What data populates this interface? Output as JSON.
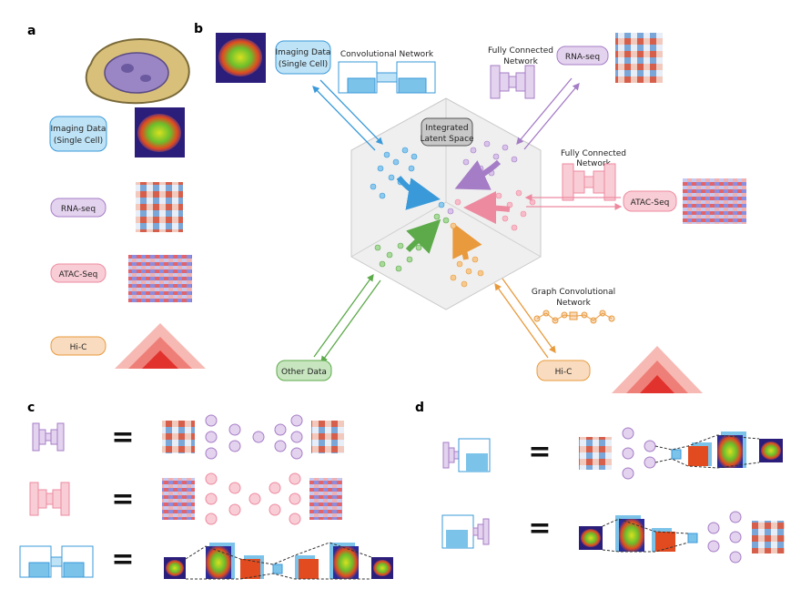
{
  "panels": {
    "a": "a",
    "b": "b",
    "c": "c",
    "d": "d"
  },
  "panel_a": {
    "imaging": "Imaging Data",
    "imaging_sub": "(Single Cell)",
    "rnaseq": "RNA-seq",
    "atacseq": "ATAC-Seq",
    "hic": "Hi-C"
  },
  "panel_b": {
    "imaging": "Imaging Data",
    "imaging_sub": "(Single Cell)",
    "conv_net": "Convolutional Network",
    "fc_net_1": "Fully Connected",
    "fc_net_1b": "Network",
    "rnaseq": "RNA-seq",
    "fc_net_2": "Fully Connected",
    "fc_net_2b": "Network",
    "atacseq": "ATAC-Seq",
    "latent_1": "Integrated",
    "latent_2": "Latent Space",
    "gcn_1": "Graph Convolutional",
    "gcn_2": "Network",
    "hic": "Hi-C",
    "other": "Other Data"
  },
  "equals": "=",
  "colors": {
    "imaging": "#3a9ad9",
    "rna": "#a57cc6",
    "atac": "#ee8aa0",
    "hic": "#e89a3c",
    "other": "#5caa4a",
    "imaging_box": "#bfe3f6",
    "rna_box": "#e4d3ef",
    "atac_box": "#f8cdd5",
    "hic_box": "#f9dcc0",
    "other_box": "#c7e6bf",
    "latent_box": "#c8c8c8"
  }
}
